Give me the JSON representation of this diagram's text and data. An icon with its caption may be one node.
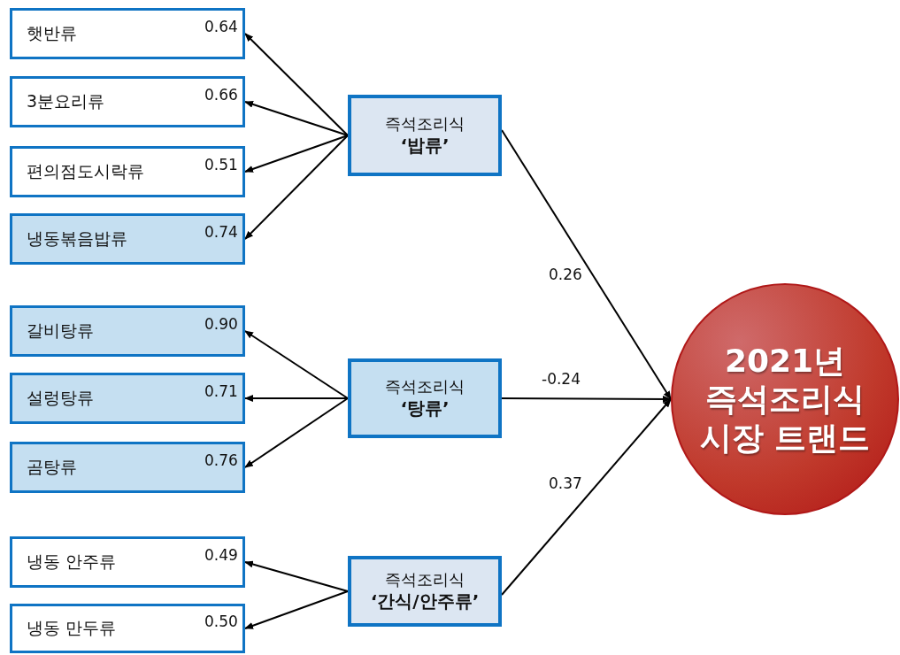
{
  "diagram": {
    "nodes": [
      {
        "text": [
          "햇반류"
        ]
      },
      {
        "text": [
          "3분요리류"
        ]
      },
      {
        "text": [
          "편의점도시락류"
        ]
      },
      {
        "text": [
          "냉동볶음밥류"
        ]
      },
      {
        "text": [
          "갈비탕류"
        ]
      },
      {
        "text": [
          "설렁탕류"
        ]
      },
      {
        "text": [
          "곰탕류"
        ]
      },
      {
        "text": [
          "냉동 안주류"
        ]
      },
      {
        "text": [
          "냉동 만두류"
        ]
      },
      {
        "text": [
          "즉석조리식",
          "‘밥류’"
        ]
      },
      {
        "text": [
          "즉석조리식",
          "‘탕류’"
        ]
      },
      {
        "text": [
          "즉석조리식",
          "‘간식/안주류’"
        ]
      },
      {
        "text": [
          "2021년 즉석조리식 시장 트랜드"
        ]
      }
    ],
    "edges": [
      {
        "from": 9,
        "to": 0,
        "arrow": "to",
        "label": "0.64"
      },
      {
        "from": 9,
        "to": 1,
        "arrow": "to",
        "label": "0.66"
      },
      {
        "from": 9,
        "to": 2,
        "arrow": "to",
        "label": "0.51"
      },
      {
        "from": 9,
        "to": 3,
        "arrow": "to",
        "label": "0.74"
      },
      {
        "from": 10,
        "to": 4,
        "arrow": "to",
        "label": "0.90"
      },
      {
        "from": 10,
        "to": 5,
        "arrow": "to",
        "label": "0.71"
      },
      {
        "from": 10,
        "to": 6,
        "arrow": "to",
        "label": "0.76"
      },
      {
        "from": 11,
        "to": 7,
        "arrow": "to",
        "label": "0.49"
      },
      {
        "from": 11,
        "to": 8,
        "arrow": "to",
        "label": "0.50"
      },
      {
        "from": 9,
        "to": 12,
        "arrow": "to",
        "label": "0.26"
      },
      {
        "from": 10,
        "to": 12,
        "arrow": "to",
        "label": "-0.24"
      },
      {
        "from": 11,
        "to": 12,
        "arrow": "to",
        "label": "0.37"
      }
    ]
  }
}
